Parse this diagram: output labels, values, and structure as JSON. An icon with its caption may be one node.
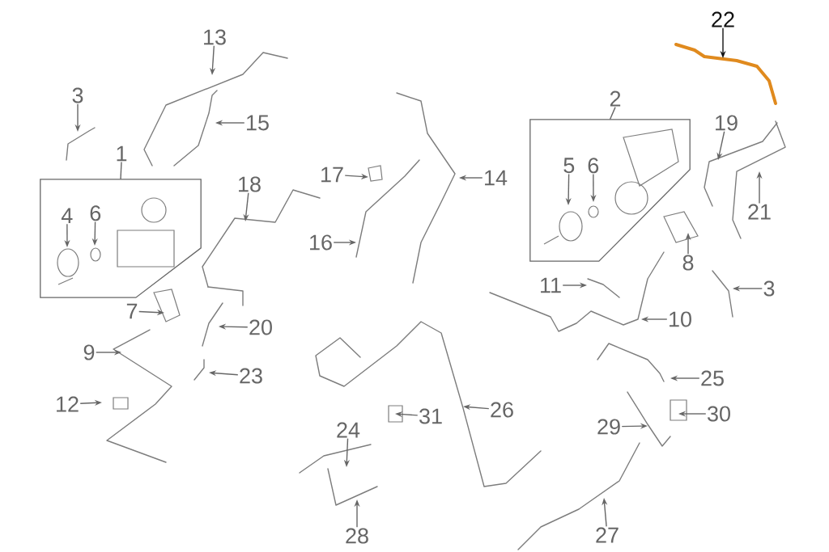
{
  "diagram": {
    "nodes": [
      {
        "text": [
          "13"
        ]
      },
      {
        "text": [
          "3"
        ]
      },
      {
        "text": [
          "15"
        ]
      },
      {
        "text": [
          "1"
        ]
      },
      {
        "text": [],
        "shape": "box"
      },
      {
        "text": [
          "4"
        ],
        "in": 4
      },
      {
        "text": [
          "6"
        ],
        "in": 4
      },
      {
        "text": [
          "18"
        ]
      },
      {
        "text": [
          "17"
        ]
      },
      {
        "text": [
          "14"
        ]
      },
      {
        "text": [
          "16"
        ]
      },
      {
        "text": [
          "22"
        ]
      },
      {
        "text": [
          "2"
        ]
      },
      {
        "text": [],
        "shape": "box"
      },
      {
        "text": [
          "5"
        ],
        "in": 13
      },
      {
        "text": [
          "6"
        ],
        "in": 13
      },
      {
        "text": [
          "19"
        ]
      },
      {
        "text": [
          "21"
        ]
      },
      {
        "text": [
          "8"
        ]
      },
      {
        "text": [
          "3"
        ]
      },
      {
        "text": [
          "11"
        ]
      },
      {
        "text": [
          "10"
        ]
      },
      {
        "text": [
          "7"
        ]
      },
      {
        "text": [
          "20"
        ]
      },
      {
        "text": [
          "9"
        ]
      },
      {
        "text": [
          "23"
        ]
      },
      {
        "text": [
          "12"
        ]
      },
      {
        "text": [
          "25"
        ]
      },
      {
        "text": [
          "31"
        ]
      },
      {
        "text": [
          "26"
        ]
      },
      {
        "text": [
          "30"
        ]
      },
      {
        "text": [
          "29"
        ]
      },
      {
        "text": [
          "24"
        ]
      },
      {
        "text": [
          "28"
        ]
      },
      {
        "text": [
          "27"
        ]
      }
    ],
    "edges": [
      {
        "from": 0,
        "to": null,
        "arrow": "to"
      },
      {
        "from": 1,
        "to": null,
        "arrow": "to"
      },
      {
        "from": 2,
        "to": null,
        "arrow": "to"
      },
      {
        "from": 3,
        "to": 4,
        "arrow": "none"
      },
      {
        "from": 5,
        "to": null,
        "arrow": "to"
      },
      {
        "from": 6,
        "to": null,
        "arrow": "to"
      },
      {
        "from": 7,
        "to": null,
        "arrow": "to"
      },
      {
        "from": 8,
        "to": null,
        "arrow": "to"
      },
      {
        "from": 9,
        "to": null,
        "arrow": "to"
      },
      {
        "from": 10,
        "to": null,
        "arrow": "to"
      },
      {
        "from": 11,
        "to": null,
        "arrow": "to",
        "color": "#111111"
      },
      {
        "from": 12,
        "to": 13,
        "arrow": "none"
      },
      {
        "from": 14,
        "to": null,
        "arrow": "to"
      },
      {
        "from": 15,
        "to": null,
        "arrow": "to"
      },
      {
        "from": 16,
        "to": null,
        "arrow": "to"
      },
      {
        "from": 17,
        "to": null,
        "arrow": "to"
      },
      {
        "from": 18,
        "to": null,
        "arrow": "to"
      },
      {
        "from": 19,
        "to": null,
        "arrow": "to"
      },
      {
        "from": 20,
        "to": null,
        "arrow": "to"
      },
      {
        "from": 21,
        "to": null,
        "arrow": "to"
      },
      {
        "from": 22,
        "to": null,
        "arrow": "to"
      },
      {
        "from": 23,
        "to": null,
        "arrow": "to"
      },
      {
        "from": 24,
        "to": null,
        "arrow": "to"
      },
      {
        "from": 25,
        "to": null,
        "arrow": "to"
      },
      {
        "from": 26,
        "to": null,
        "arrow": "to"
      },
      {
        "from": 27,
        "to": null,
        "arrow": "to"
      },
      {
        "from": 28,
        "to": null,
        "arrow": "to"
      },
      {
        "from": 29,
        "to": null,
        "arrow": "to"
      },
      {
        "from": 30,
        "to": null,
        "arrow": "to"
      },
      {
        "from": 31,
        "to": null,
        "arrow": "to"
      },
      {
        "from": 32,
        "to": null,
        "arrow": "to"
      },
      {
        "from": 33,
        "to": null,
        "arrow": "to"
      },
      {
        "from": 34,
        "to": null,
        "arrow": "to"
      }
    ]
  }
}
